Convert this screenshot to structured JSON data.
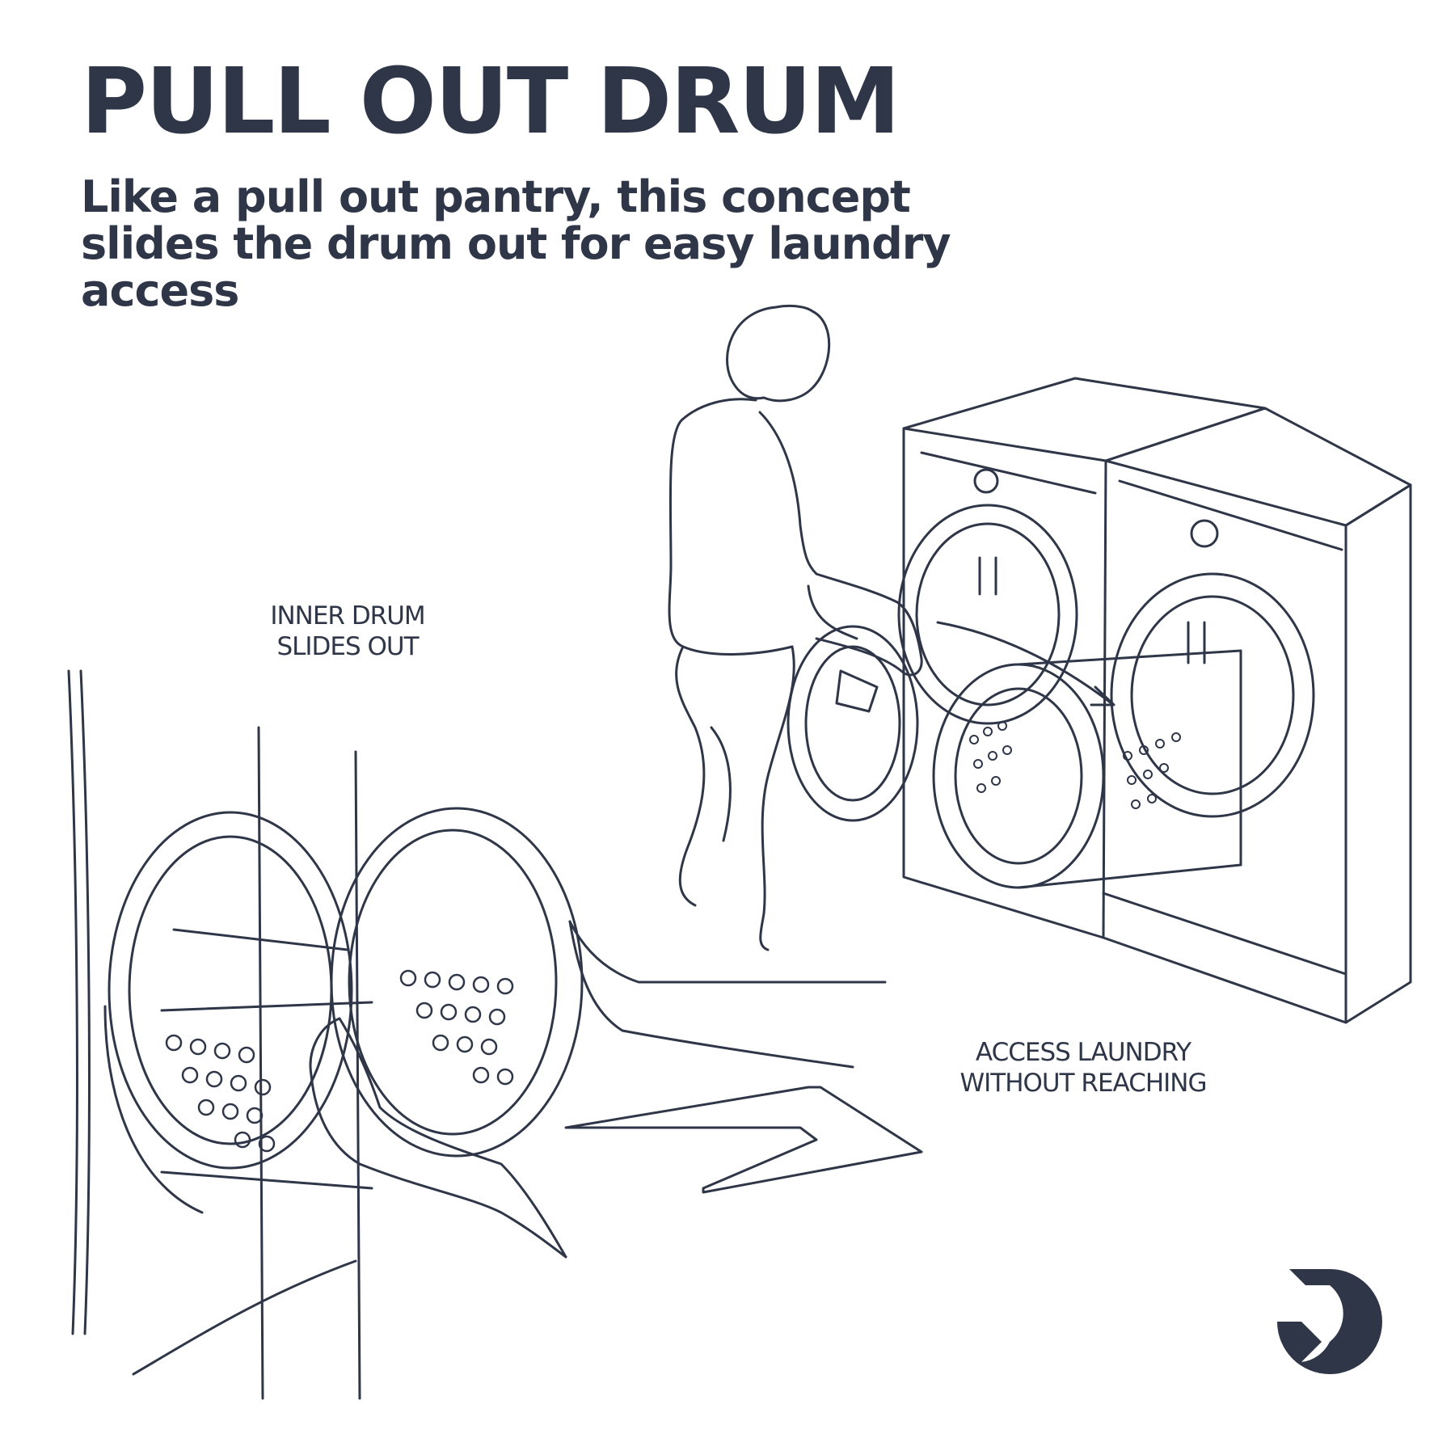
{
  "title": "PULL OUT DRUM",
  "subtitle": "Like a pull out pantry, this concept slides the drum out for easy laundry access",
  "annotations": {
    "inner_drum": "INNER DRUM SLIDES OUT",
    "access": "ACCESS LAUNDRY WITHOUT REACHING"
  },
  "colors": {
    "ink": "#2e3648",
    "background": "#ffffff"
  },
  "icons": [
    "brand-logo-icon"
  ]
}
